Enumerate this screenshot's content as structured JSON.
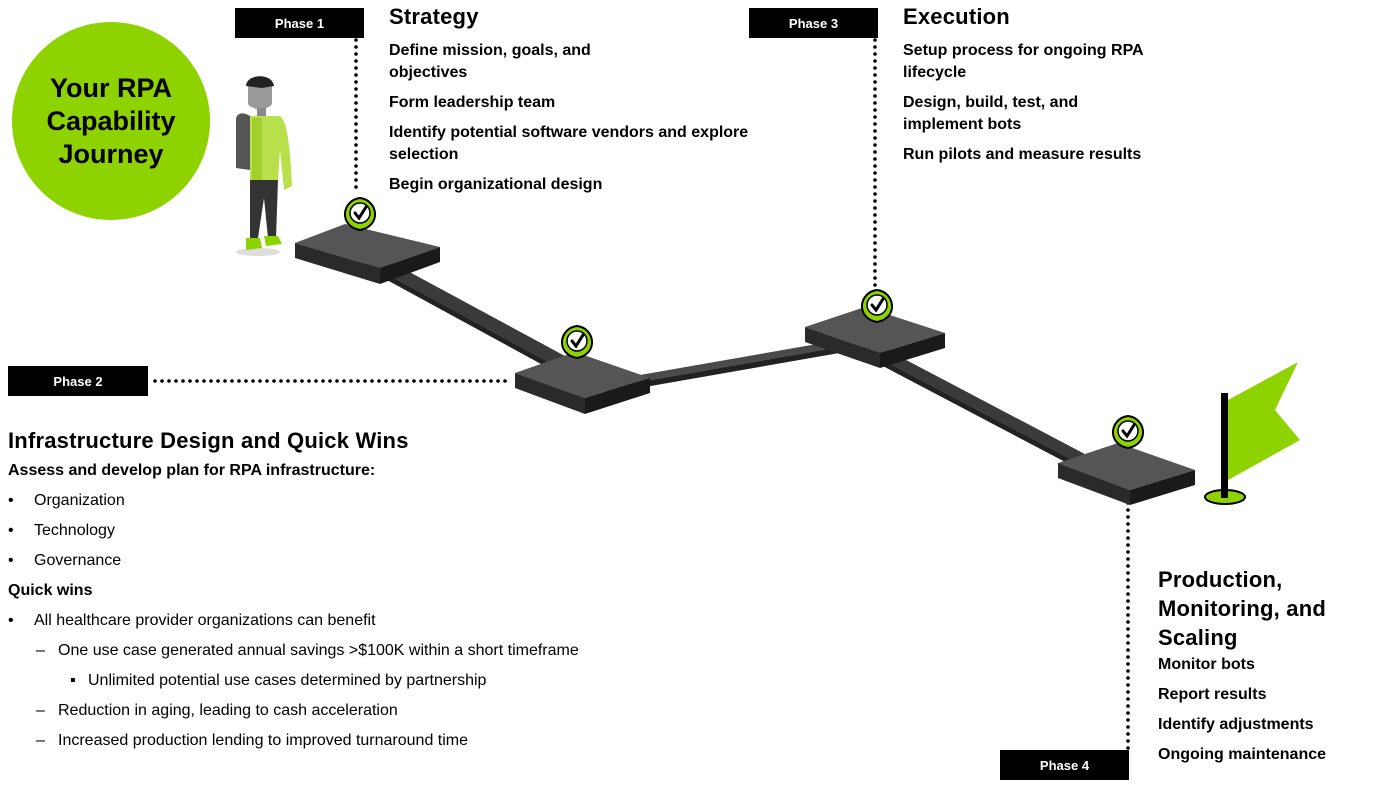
{
  "badge": {
    "text": "Your RPA Capability Journey"
  },
  "phases": {
    "p1": {
      "label": "Phase 1",
      "title": "Strategy",
      "items": [
        "Define mission, goals, and objectives",
        "Form leadership team",
        "Identify potential software vendors and explore selection",
        "Begin organizational design"
      ]
    },
    "p2": {
      "label": "Phase 2",
      "title": "Infrastructure Design and Quick Wins",
      "subhead1": "Assess and develop plan for RPA infrastructure:",
      "bullets1": [
        "Organization",
        "Technology",
        "Governance"
      ],
      "subhead2": "Quick wins",
      "level1": "All healthcare provider organizations can benefit",
      "level2a": "One use case generated annual savings >$100K within a short timeframe",
      "level3": "Unlimited potential use cases determined by partnership",
      "level2b": "Reduction in aging, leading to cash acceleration",
      "level2c": "Increased production lending to improved turnaround time"
    },
    "p3": {
      "label": "Phase 3",
      "title": "Execution",
      "items": [
        "Setup process for ongoing RPA lifecycle",
        "Design, build, test, and implement bots",
        "Run pilots and measure results"
      ]
    },
    "p4": {
      "label": "Phase 4",
      "title": "Production, Monitoring, and Scaling",
      "items": [
        "Monitor bots",
        "Report results",
        "Identify adjustments",
        "Ongoing maintenance"
      ]
    }
  },
  "symbols": {
    "bullet": "•",
    "dash": "–",
    "square": "▪"
  },
  "colors": {
    "accent": "#8ed300",
    "path": "#555555",
    "label_bg": "#000000"
  }
}
